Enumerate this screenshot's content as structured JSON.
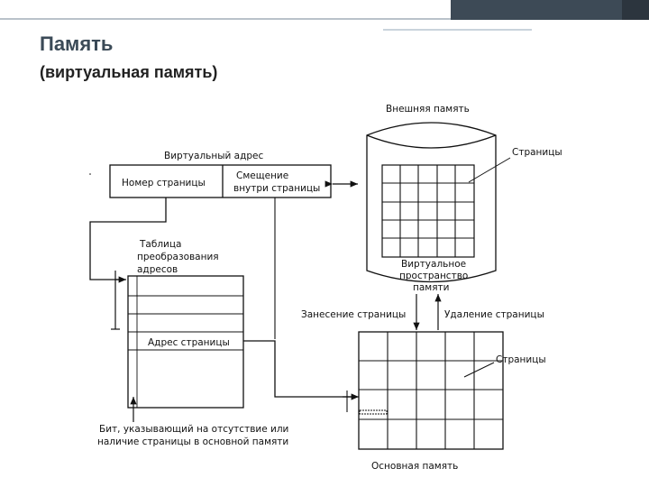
{
  "slide": {
    "title": "Память",
    "subtitle": "(виртуальная память)"
  },
  "diagram": {
    "virtual_address_label": "Виртуальный адрес",
    "page_number": "Номер страницы",
    "offset_line1": "Смещение",
    "offset_line2": "внутри страницы",
    "table_line1": "Таблица",
    "table_line2": "преобразования",
    "table_line3": "адресов",
    "page_address": "Адрес страницы",
    "bit_line1": "Бит, указывающий на отсутствие или",
    "bit_line2": "наличие страницы в основной памяти",
    "external_memory": "Внешняя память",
    "pages_top": "Страницы",
    "virtual_space_line1": "Виртуальное",
    "virtual_space_line2": "пространство",
    "virtual_space_line3": "памяти",
    "page_in": "Занесение страницы",
    "page_out": "Удаление страницы",
    "pages_bottom": "Страницы",
    "main_memory": "Основная память"
  },
  "colors": {
    "topbar": "#3d4a56",
    "accent": "#c9d3dc",
    "line": "#111111"
  }
}
